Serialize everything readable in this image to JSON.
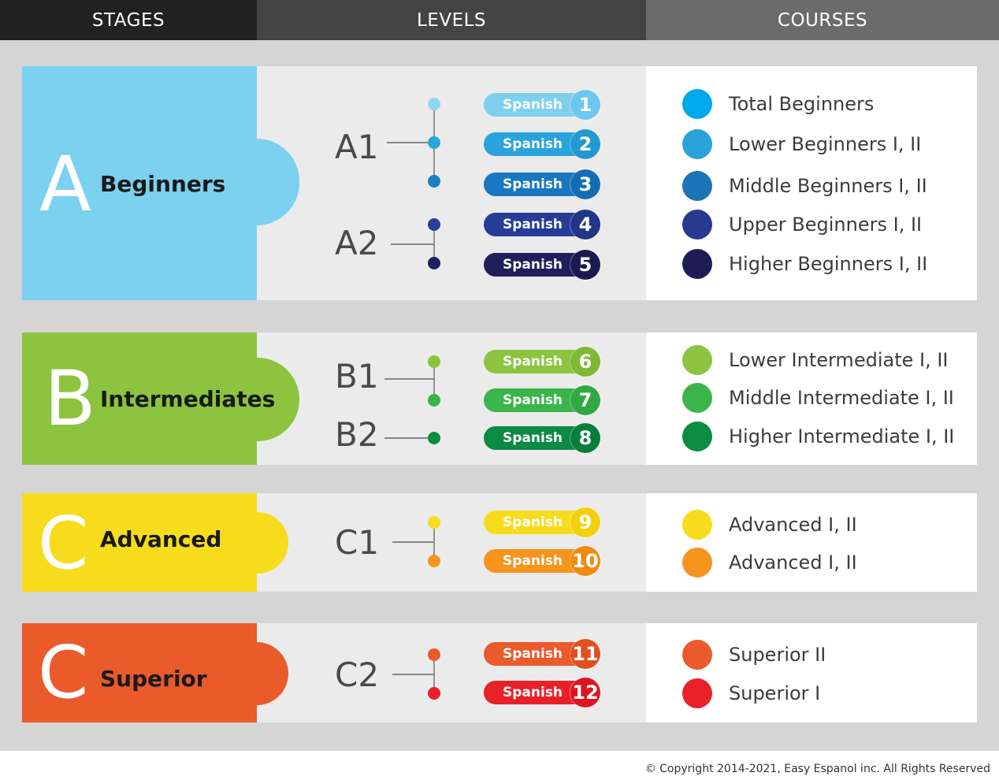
{
  "headers": [
    {
      "label": "STAGES",
      "color": "#222222"
    },
    {
      "label": "LEVELS",
      "color": "#444444"
    },
    {
      "label": "COURSES",
      "color": "#6b6b6b"
    }
  ],
  "stages": [
    {
      "letter": "A",
      "name": "Beginners",
      "color": "#7cd0f0",
      "levels": [
        {
          "label": "A1",
          "dot_colors": [
            "#8fd3f4",
            "#2aa6dc",
            "#1a7fc4"
          ]
        },
        {
          "label": "A2",
          "dot_colors": [
            "#2b3f9a",
            "#20205e"
          ]
        }
      ],
      "pills": [
        {
          "text": "Spanish",
          "number": "1",
          "color": "#7fd0f0",
          "num_color": "#6cc8ee"
        },
        {
          "text": "Spanish",
          "number": "2",
          "color": "#29a3db",
          "num_color": "#2398d1"
        },
        {
          "text": "Spanish",
          "number": "3",
          "color": "#1877c0",
          "num_color": "#146db4"
        },
        {
          "text": "Spanish",
          "number": "4",
          "color": "#263c96",
          "num_color": "#213589"
        },
        {
          "text": "Spanish",
          "number": "5",
          "color": "#1f1f5c",
          "num_color": "#1a1a50"
        }
      ],
      "courses": [
        {
          "label": "Total Beginners",
          "color": "#00a8ec"
        },
        {
          "label": "Lower Beginners I, II",
          "color": "#2aa2d8"
        },
        {
          "label": "Middle Beginners I, II",
          "color": "#1b73b8"
        },
        {
          "label": "Upper Beginners I, II",
          "color": "#273a8f"
        },
        {
          "label": "Higher Beginners I, II",
          "color": "#1e1c55"
        }
      ]
    },
    {
      "letter": "B",
      "name": "Intermediates",
      "color": "#8cc43f",
      "levels": [
        {
          "label": "B1",
          "dot_colors": [
            "#8cc43f",
            "#3bb54a"
          ]
        },
        {
          "label": "B2",
          "dot_colors": [
            "#0a8c43"
          ]
        }
      ],
      "pills": [
        {
          "text": "Spanish",
          "number": "6",
          "color": "#8cc43f",
          "num_color": "#80b935"
        },
        {
          "text": "Spanish",
          "number": "7",
          "color": "#39b54a",
          "num_color": "#32a842"
        },
        {
          "text": "Spanish",
          "number": "8",
          "color": "#0b8b43",
          "num_color": "#097e3b"
        }
      ],
      "courses": [
        {
          "label": "Lower Intermediate I, II",
          "color": "#8cc43f"
        },
        {
          "label": "Middle Intermediate I, II",
          "color": "#3bb54a"
        },
        {
          "label": "Higher Intermediate I, II",
          "color": "#0a8c43"
        }
      ]
    },
    {
      "letter": "C",
      "name": "Advanced",
      "color": "#f7dc1e",
      "levels": [
        {
          "label": "C1",
          "dot_colors": [
            "#f7dc1e",
            "#f7941d"
          ]
        }
      ],
      "pills": [
        {
          "text": "Spanish",
          "number": "9",
          "color": "#f7dc1e",
          "num_color": "#f1d10c"
        },
        {
          "text": "Spanish",
          "number": "10",
          "color": "#f7941d",
          "num_color": "#f08a10"
        }
      ],
      "courses": [
        {
          "label": "Advanced I, II",
          "color": "#f7dc1e"
        },
        {
          "label": "Advanced  I, II",
          "color": "#f7941d"
        }
      ]
    },
    {
      "letter": "C",
      "name": "Superior",
      "color": "#ea5a2b",
      "levels": [
        {
          "label": "C2",
          "dot_colors": [
            "#ea5a2b",
            "#e8202a"
          ]
        }
      ],
      "pills": [
        {
          "text": "Spanish",
          "number": "11",
          "color": "#ea5a2b",
          "num_color": "#e14f20"
        },
        {
          "text": "Spanish",
          "number": "12",
          "color": "#e8202a",
          "num_color": "#dc1621"
        }
      ],
      "courses": [
        {
          "label": "Superior II",
          "color": "#ea5a2b"
        },
        {
          "label": "Superior I",
          "color": "#e8202a"
        }
      ]
    }
  ],
  "footer": {
    "copyright": "© Copyright 2014-2021, Easy Espanol inc. All  Rights Reserved"
  }
}
